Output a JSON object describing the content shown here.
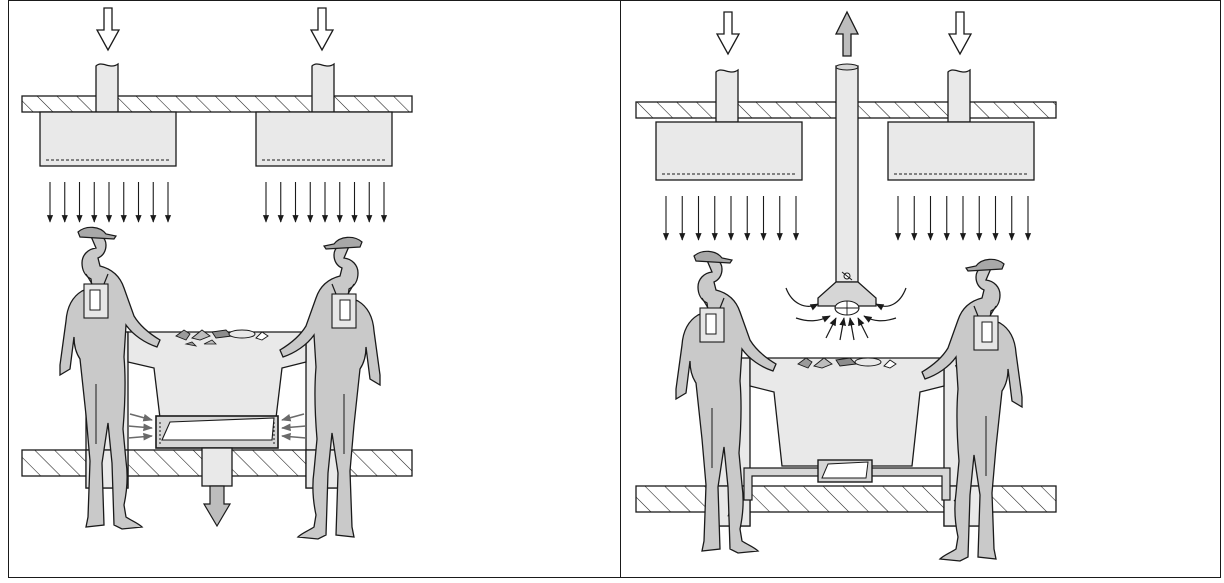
{
  "figure": {
    "panels": [
      {
        "id": "left",
        "name": "downdraft-worktable-panel",
        "supply_diffusers": 2,
        "extraction": "below-table"
      },
      {
        "id": "right",
        "name": "overhead-hood-panel",
        "supply_diffusers": 2,
        "extraction": "overhead-hood-and-floor-ducts"
      }
    ],
    "colors": {
      "line": "#1a1a1a",
      "fill_light": "#e9e9e9",
      "fill_mid": "#d6d6d6",
      "fill_dark": "#8c8c8c",
      "arrow_fill": "#bdbdbd",
      "background": "#ffffff"
    }
  }
}
